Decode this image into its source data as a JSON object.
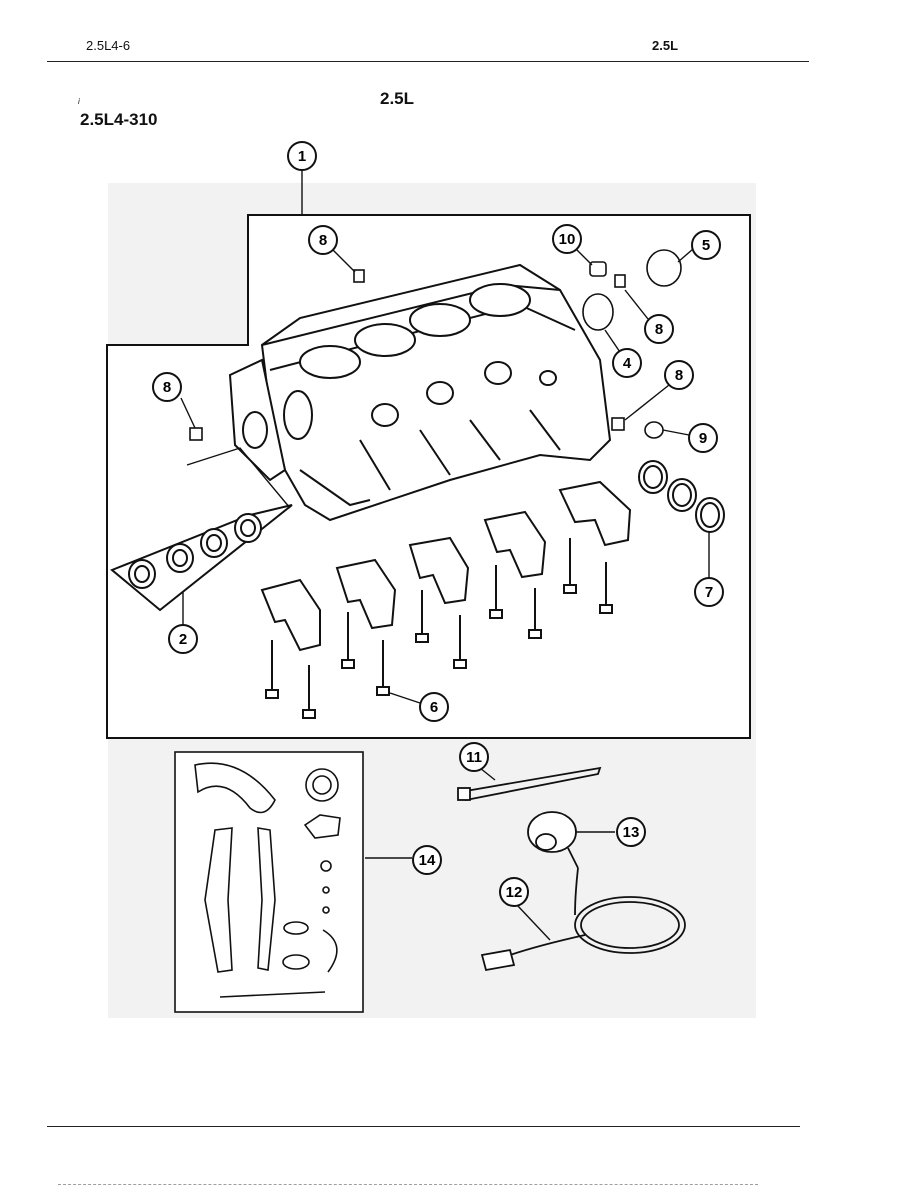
{
  "header": {
    "left": "2.5L4-6",
    "right": "2.5L"
  },
  "section": {
    "title": "2.5L",
    "subtitle": "2.5L4-310",
    "mark": "i"
  },
  "callouts": [
    "1",
    "2",
    "4",
    "5",
    "6",
    "7",
    "8",
    "8",
    "8",
    "8",
    "9",
    "10",
    "11",
    "12",
    "13",
    "14"
  ],
  "colors": {
    "line": "#111111",
    "panel": "#f2f2f2",
    "paper": "#ffffff"
  }
}
